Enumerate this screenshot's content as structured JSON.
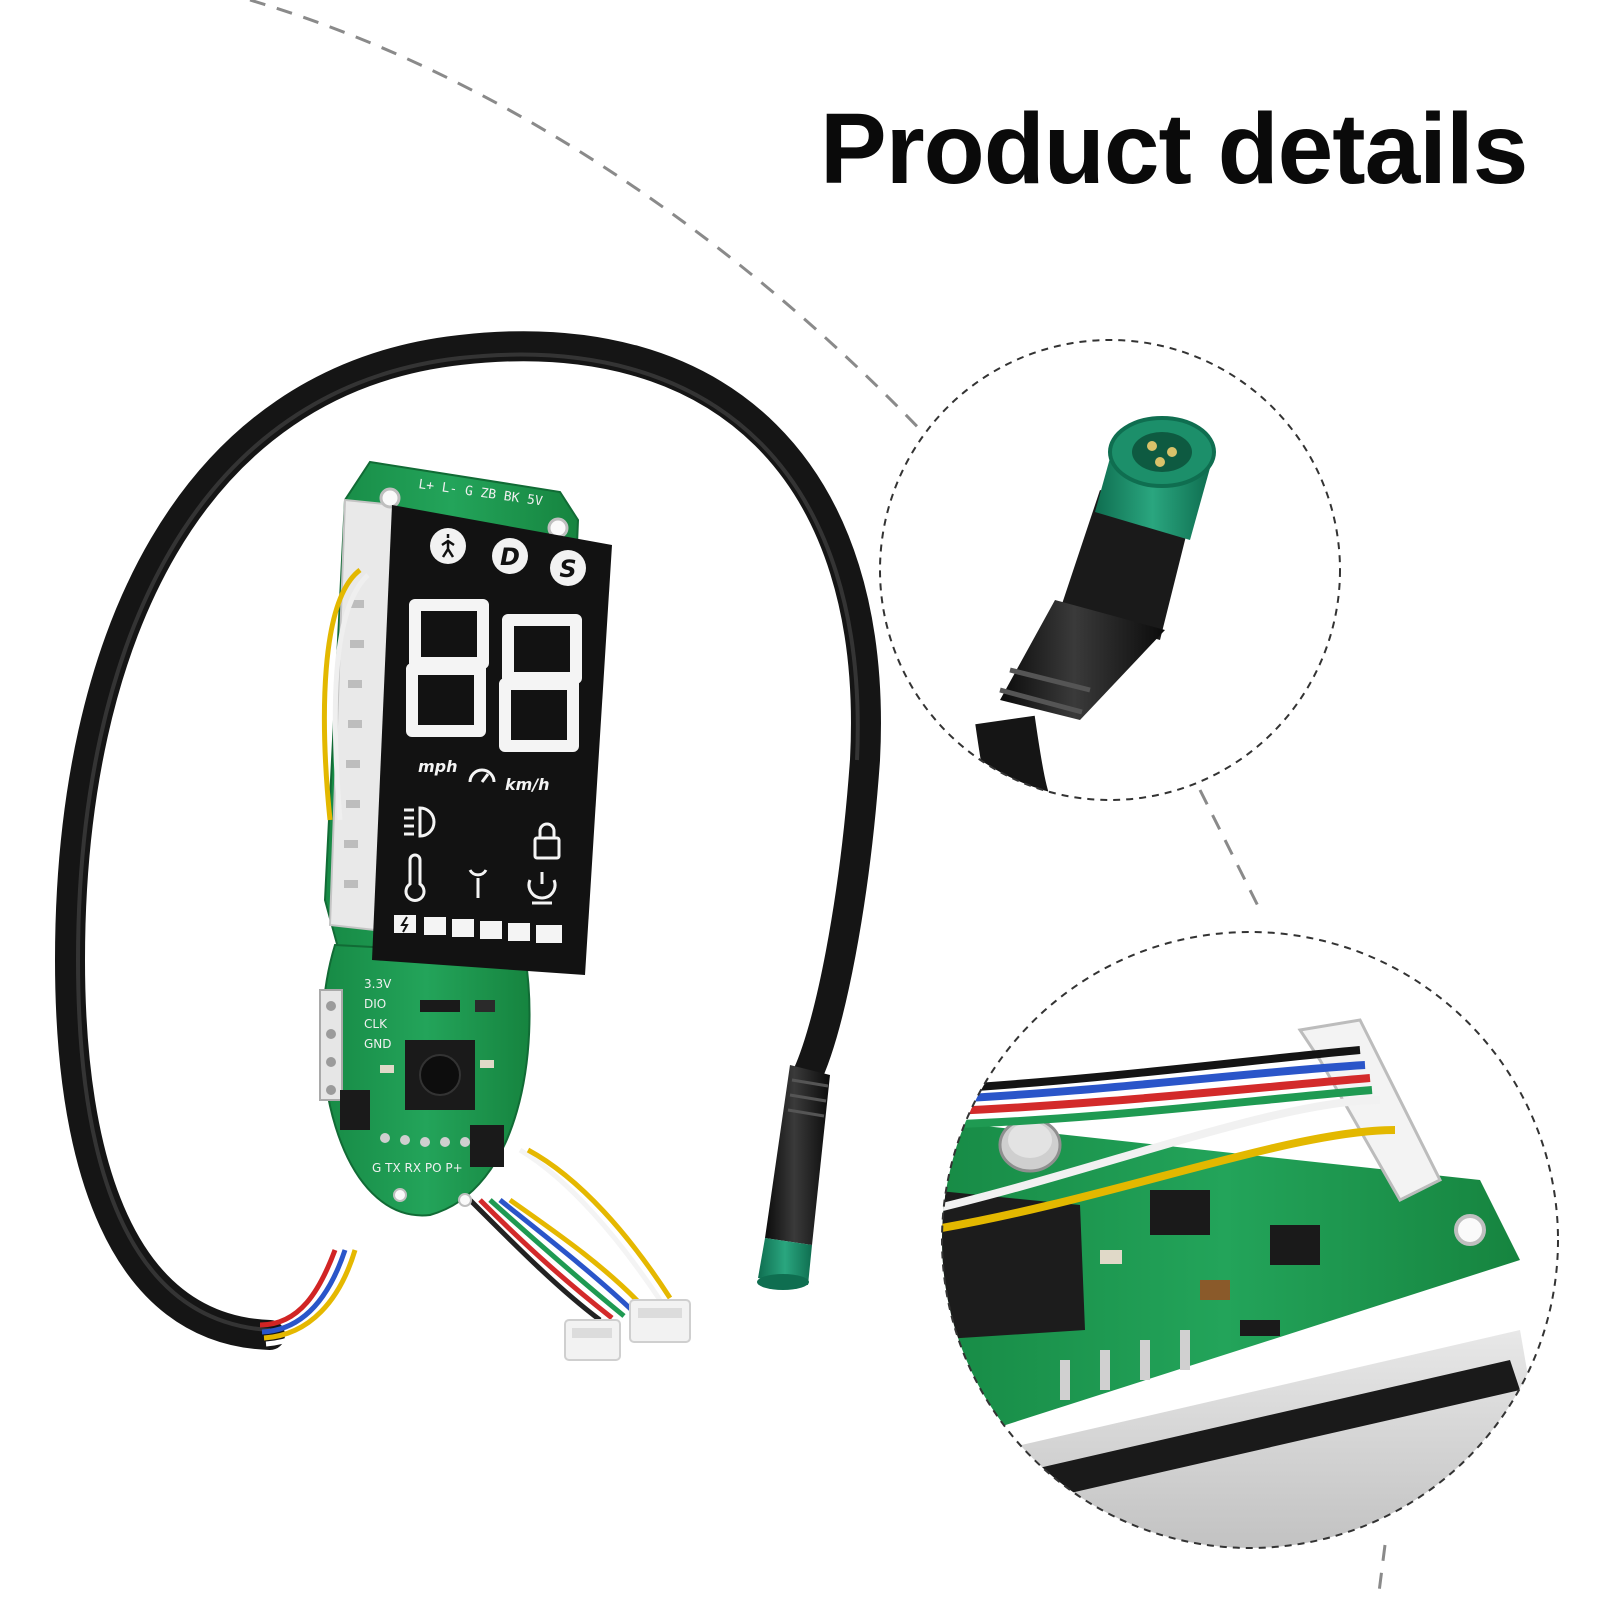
{
  "heading": "Product details",
  "board": {
    "header_pins": "L+ L- G ZB BK 5V",
    "mode_walk_icon": "pedestrian-icon",
    "mode_d": "D",
    "mode_s": "S",
    "speed_digits": "88",
    "unit_mph": "mph",
    "unit_kmh": "km/h",
    "side_pins": [
      "3.3V",
      "DIO",
      "CLK",
      "GND"
    ],
    "bottom_pins": "G TX RX PO P+",
    "battery_segments": 5
  },
  "colors": {
    "pcb_green": "#1f9a52",
    "connector_teal": "#1c8f6a",
    "cable_black": "#141414",
    "display_black": "#121212"
  }
}
